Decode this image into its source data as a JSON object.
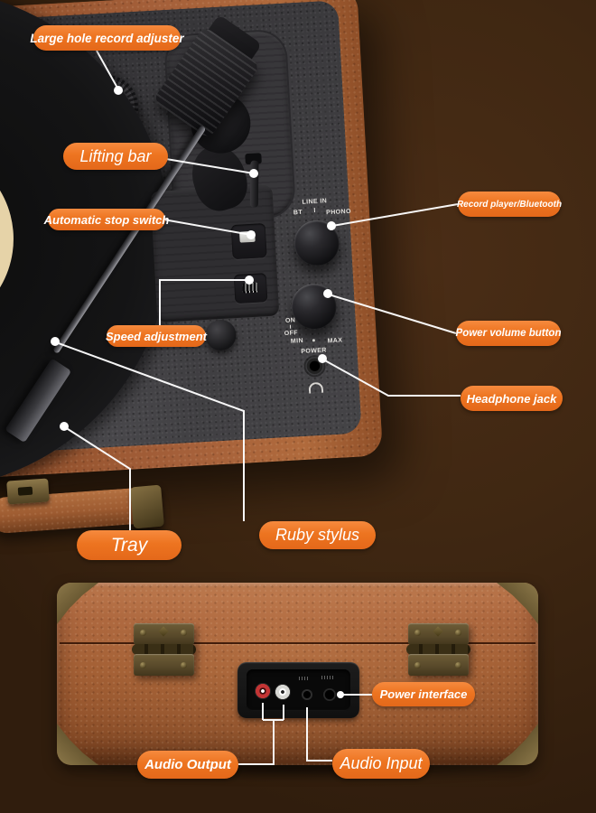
{
  "callouts": {
    "large_hole": "Large hole record adjuster",
    "lifting_bar": "Lifting bar",
    "auto_stop": "Automatic stop switch",
    "record_bt": "Record player/Bluetooth",
    "speed_adjustment": "Speed adjustment",
    "power_volume": "Power volume button",
    "headphone_jack": "Headphone jack",
    "tray": "Tray",
    "ruby_stylus": "Ruby stylus",
    "power_interface": "Power interface",
    "audio_output": "Audio Output",
    "audio_input": "Audio Input"
  },
  "device_text": {
    "selector_top": "LINE IN",
    "selector_left": "BT",
    "selector_right": "PHONO",
    "power_on": "ON",
    "power_off": "OFF",
    "volume_min": "MIN",
    "volume_max": "MAX",
    "power_label": "POWER"
  },
  "colors": {
    "callout_orange": "#ED7420",
    "background_brown": "#3F2712",
    "leather_brown": "#A25C32",
    "plinth_gray": "#3A393C",
    "brass": "#6B5A33",
    "callout_line": "#FFFFFF"
  }
}
